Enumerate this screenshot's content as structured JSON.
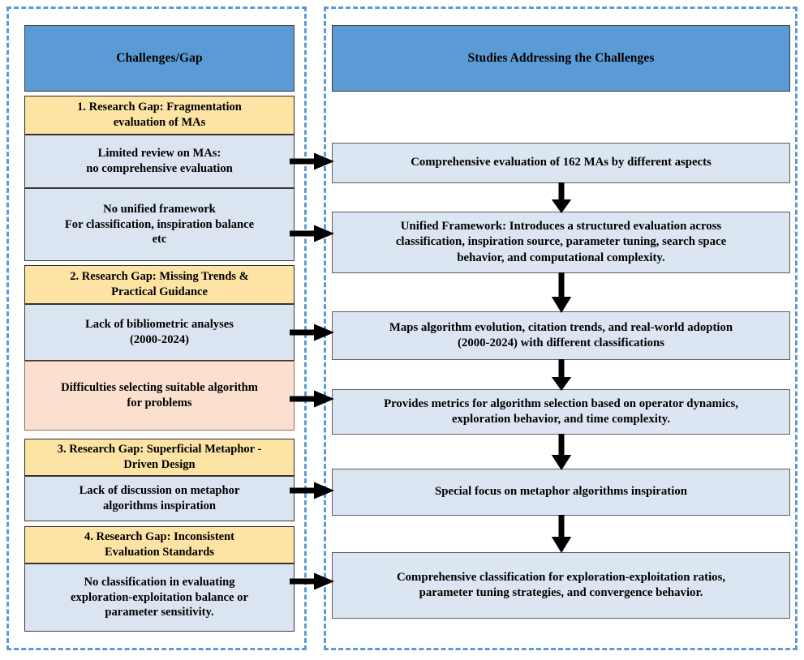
{
  "diagram": {
    "title_left": "Challenges/Gap",
    "title_right": "Studies Addressing the Challenges",
    "colors": {
      "header_blue": "#5b9bd5",
      "gap_yellow": "#fde3a4",
      "detail_blue": "#dbe5f1",
      "detail_peach": "#fbe0d0",
      "study_blue": "#dce6f2",
      "panel_dash": "#5b9bd5",
      "arrow": "#000000"
    },
    "left_column": {
      "header": "Challenges/Gap",
      "groups": [
        {
          "gap_label": "1. Research Gap: Fragmentation evaluation of MAs",
          "items": [
            "Limited review on MAs: no comprehensive evaluation",
            "No unified framework For classification, inspiration balance etc"
          ]
        },
        {
          "gap_label": "2. Research Gap:  Missing Trends & Practical Guidance",
          "items": [
            "Lack of bibliometric analyses (2000-2024)",
            "Difficulties selecting suitable algorithm for problems"
          ]
        },
        {
          "gap_label": "3. Research Gap:  Superficial Metaphor - Driven Design",
          "items": [
            "Lack of discussion on metaphor algorithms inspiration"
          ]
        },
        {
          "gap_label": "4. Research Gap:  Inconsistent Evaluation Standards",
          "items": [
            "No classification  in evaluating exploration-exploitation balance or parameter sensitivity."
          ]
        }
      ]
    },
    "right_column": {
      "header": "Studies Addressing the Challenges",
      "studies": [
        "Comprehensive evaluation of 162 MAs by different aspects",
        "Unified Framework: Introduces a structured evaluation across classification, inspiration source, parameter tuning, search space behavior, and computational complexity.",
        "Maps algorithm evolution, citation trends, and real-world adoption (2000-2024) with  different classifications",
        "Provides metrics for algorithm selection based on operator dynamics, exploration behavior, and time complexity.",
        "Special focus on metaphor algorithms inspiration",
        "Comprehensive classification  for exploration-exploitation ratios, parameter tuning strategies, and convergence behavior."
      ]
    },
    "boxes": {
      "left_header": {
        "text": "Challenges/Gap"
      },
      "gap_1_line1": "1. Research Gap: Fragmentation",
      "gap_1_line2": "evaluation of MAs",
      "detail_1a_line1": "Limited review on MAs:",
      "detail_1a_line2": "no comprehensive evaluation",
      "detail_1b_line1": "No unified framework",
      "detail_1b_line2": "For classification, inspiration balance",
      "detail_1b_line3": "etc",
      "gap_2_line1": "2. Research Gap:  Missing Trends &",
      "gap_2_line2": "Practical Guidance",
      "detail_2a_line1": "Lack of bibliometric analyses",
      "detail_2a_line2": "(2000-2024)",
      "detail_2b_line1": "Difficulties selecting suitable algorithm",
      "detail_2b_line2": "for problems",
      "gap_3_line1": "3. Research Gap:  Superficial Metaphor -",
      "gap_3_line2": "Driven Design",
      "detail_3a_line1": "Lack of discussion on metaphor",
      "detail_3a_line2": "algorithms inspiration",
      "gap_4_line1": "4. Research Gap:  Inconsistent",
      "gap_4_line2": "Evaluation Standards",
      "detail_4a_line1": "No classification  in evaluating",
      "detail_4a_line2": "exploration-exploitation balance or",
      "detail_4a_line3": "parameter sensitivity.",
      "right_header": {
        "text": "Studies Addressing the Challenges"
      },
      "study_1_line1": "Comprehensive evaluation of 162 MAs by different aspects",
      "study_2_line1": "Unified Framework: Introduces a structured evaluation across",
      "study_2_line2": "classification, inspiration source, parameter tuning, search space",
      "study_2_line3": "behavior, and computational complexity.",
      "study_3_line1": "Maps algorithm evolution, citation trends, and real-world adoption",
      "study_3_line2": "(2000-2024) with  different classifications",
      "study_4_line1": "Provides metrics for algorithm selection based on operator dynamics,",
      "study_4_line2": "exploration behavior, and time complexity.",
      "study_5_line1": "Special focus on metaphor algorithms inspiration",
      "study_6_line1": "Comprehensive classification  for exploration-exploitation ratios,",
      "study_6_line2": "parameter tuning strategies, and convergence behavior."
    }
  }
}
